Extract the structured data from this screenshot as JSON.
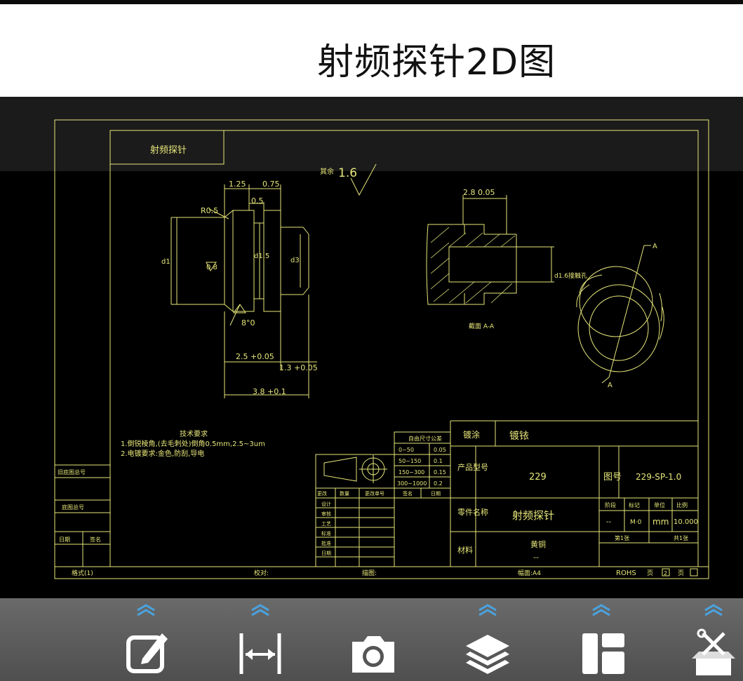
{
  "header": {
    "title": "射频探针2D图"
  },
  "drawing": {
    "title_box": "射频探针",
    "finish_label": "其余",
    "finish_value": "1.6",
    "dims": {
      "d1": "1.25",
      "d2": "0.75",
      "d3": "0.5",
      "r": "R0.5",
      "ang": "8°0",
      "rough": "0.8",
      "len1": "2.5 +0.05",
      "len2": "1.3 +0.05",
      "len3": "3.8 +0.1",
      "dia1": "d1",
      "dia2": "d1.5",
      "dia3": "d3",
      "sec_top": "2.8  0.05",
      "sec_side": "d1.6接触孔",
      "section": "截面 A-A",
      "cut_a": "A"
    },
    "tech_title": "技术要求",
    "tech_1": "1.倒锐棱角,(去毛刺处)倒角0.5mm,2.5~3um",
    "tech_2": "2.电镀要求:金色,防刮,导电",
    "tol": {
      "header": "自由尺寸公差",
      "rows": [
        [
          "0~50",
          "0.05"
        ],
        [
          "50~150",
          "0.1"
        ],
        [
          "150~300",
          "0.15"
        ],
        [
          "300~1000",
          "0.2"
        ]
      ]
    },
    "left_labels": [
      "旧底图总号",
      "底图总号",
      "日期",
      "签名"
    ],
    "tb": {
      "plating_label": "镀涂",
      "plating": "镀铱",
      "model_label": "产品型号",
      "model": "229",
      "dwg_label": "图号",
      "dwg_no": "229-SP-1.0",
      "name_label": "零件名称",
      "name": "射频探针",
      "material_label": "材料",
      "material": "黄铜",
      "material2": "--",
      "cols": [
        "阶段",
        "标记",
        "单位",
        "比例"
      ],
      "vals": [
        "--",
        "M·0",
        "mm",
        "10.000"
      ],
      "sheet1": "第1张",
      "sheet2": "共1张",
      "rohs": "ROHS",
      "page_label": "页",
      "page_no": "2",
      "page_of": "页",
      "sign_rows": [
        "设计",
        "审核",
        "工艺",
        "标准",
        "批准",
        "日期"
      ],
      "sign_cols": [
        "更改",
        "数量",
        "更改单号",
        "签名",
        "日期"
      ]
    },
    "bottom": {
      "fmt": "格式(1)",
      "checker": "校对:",
      "dwg": "描图:",
      "size": "幅面:A4"
    }
  },
  "toolbar": {
    "items": [
      {
        "icon": "edit-icon"
      },
      {
        "icon": "measure-icon"
      },
      {
        "icon": "camera-icon"
      },
      {
        "icon": "layers-icon"
      },
      {
        "icon": "layout-icon"
      },
      {
        "icon": "tools-icon"
      }
    ]
  },
  "colors": {
    "line": "#e6e67a",
    "accent": "#4aa3e0",
    "toolbar": "#5e5e5e"
  }
}
